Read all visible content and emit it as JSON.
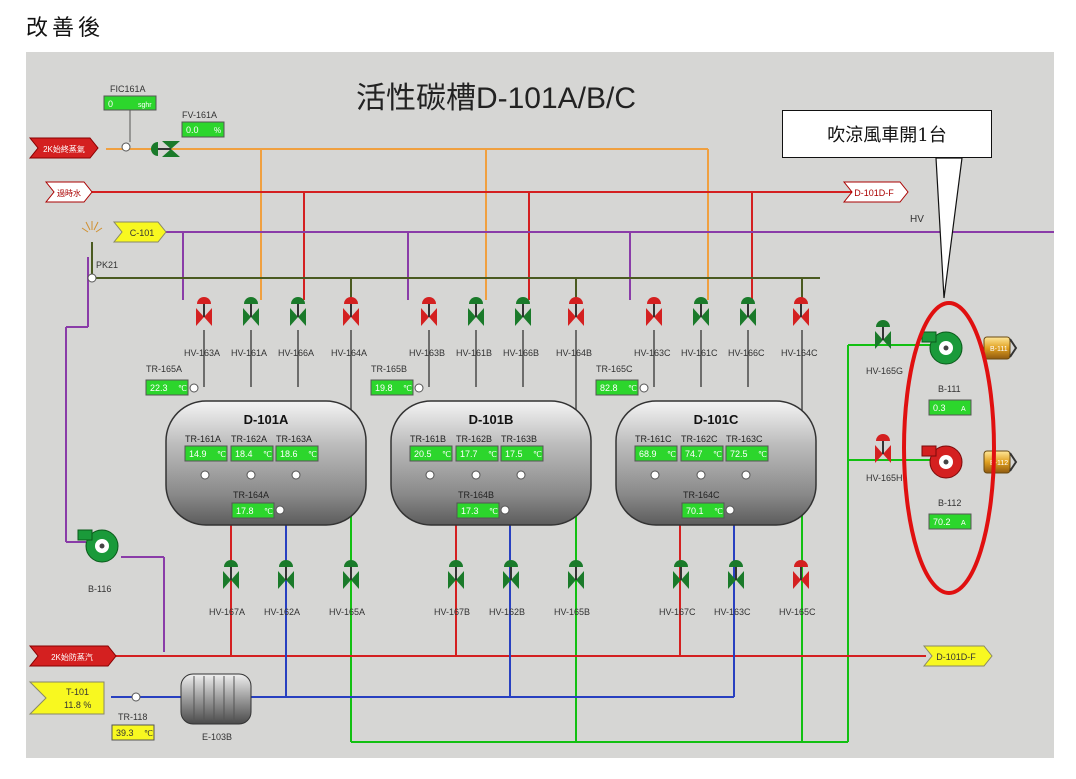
{
  "caption": "改善後",
  "title": "活性碳槽D-101A/B/C",
  "callout": "吹涼風車開1台",
  "fic": {
    "tag": "FIC161A",
    "value": "0",
    "unit": "sghr"
  },
  "fv": {
    "tag": "FV-161A",
    "value": "0.0",
    "unit": "%"
  },
  "streams": {
    "in_red": "2K始終蒸氣",
    "in_white": "過時水",
    "c101": "C-101",
    "out_top": "D-101D-F",
    "out_bottom": "D-101D-F",
    "in_bottom": "2K始防蒸汽",
    "t101_tag": "T-101",
    "t101_val": "11.8 %"
  },
  "pk21": "PK21",
  "hv_top_cut": "HV",
  "tanks": [
    {
      "name": "D-101A",
      "valves": [
        "HV-163A",
        "HV-161A",
        "HV-166A",
        "HV-164A"
      ],
      "tr165": {
        "tag": "TR-165A",
        "value": "22.3"
      },
      "trs": [
        {
          "tag": "TR-161A",
          "value": "14.9"
        },
        {
          "tag": "TR-162A",
          "value": "18.4"
        },
        {
          "tag": "TR-163A",
          "value": "18.6"
        }
      ],
      "tr164": {
        "tag": "TR-164A",
        "value": "17.8"
      },
      "bottom": [
        "HV-167A",
        "HV-162A",
        "HV-165A"
      ]
    },
    {
      "name": "D-101B",
      "valves": [
        "HV-163B",
        "HV-161B",
        "HV-166B",
        "HV-164B"
      ],
      "tr165": {
        "tag": "TR-165B",
        "value": "19.8"
      },
      "trs": [
        {
          "tag": "TR-161B",
          "value": "20.5"
        },
        {
          "tag": "TR-162B",
          "value": "17.7"
        },
        {
          "tag": "TR-163B",
          "value": "17.5"
        }
      ],
      "tr164": {
        "tag": "TR-164B",
        "value": "17.3"
      },
      "bottom": [
        "HV-167B",
        "HV-162B",
        "HV-165B"
      ]
    },
    {
      "name": "D-101C",
      "valves": [
        "HV-163C",
        "HV-161C",
        "HV-166C",
        "HV-164C"
      ],
      "tr165": {
        "tag": "TR-165C",
        "value": "82.8"
      },
      "trs": [
        {
          "tag": "TR-161C",
          "value": "68.9"
        },
        {
          "tag": "TR-162C",
          "value": "74.7"
        },
        {
          "tag": "TR-163C",
          "value": "72.5"
        }
      ],
      "tr164": {
        "tag": "TR-164C",
        "value": "70.1"
      },
      "bottom": [
        "HV-167C",
        "HV-163C",
        "HV-165C"
      ]
    }
  ],
  "blowers": [
    {
      "valve": "HV-165G",
      "tag": "B-111",
      "value": "0.3",
      "unit": "A",
      "motor": "B-111"
    },
    {
      "valve": "HV-165H",
      "tag": "B-112",
      "value": "70.2",
      "unit": "A",
      "motor": "B-112"
    }
  ],
  "b116": "B-116",
  "tr118": {
    "tag": "TR-118",
    "value": "39.3",
    "unit": "℃"
  },
  "e103b": "E-103B",
  "deg": "℃",
  "colors": {
    "red": "#d42020",
    "green": "#12c012",
    "valve_green": "#1a7a2a",
    "orange": "#f0a040",
    "purple": "#8a3ca8",
    "blue": "#2840c0",
    "olive": "#4a5a20",
    "callout_ring": "#e01010"
  }
}
